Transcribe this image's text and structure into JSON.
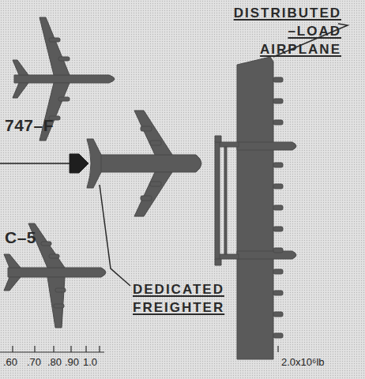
{
  "diagram": {
    "labels": [
      "DISTRIBUTED –LOAD AIRPLANE",
      "747–F",
      "C–5",
      "DEDICATED FREIGHTER",
      ".60",
      ".70",
      ".80",
      ".90",
      "1.0",
      "2.0x10⁶lb"
    ]
  }
}
